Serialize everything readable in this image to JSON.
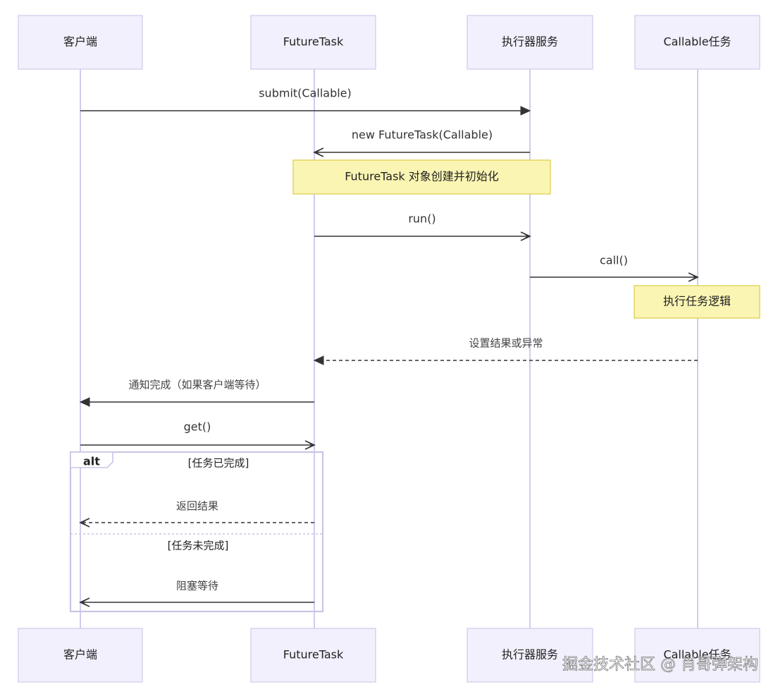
{
  "participants": [
    {
      "id": "client",
      "label": "客户端"
    },
    {
      "id": "future",
      "label": "FutureTask"
    },
    {
      "id": "executor",
      "label": "执行器服务"
    },
    {
      "id": "callable",
      "label": "Callable任务"
    }
  ],
  "messages": [
    {
      "from": "client",
      "to": "executor",
      "label": "submit(Callable)",
      "style": "solid",
      "head": "filled"
    },
    {
      "from": "executor",
      "to": "future",
      "label": "new FutureTask(Callable)",
      "style": "solid",
      "head": "open"
    },
    {
      "note": true,
      "over": [
        "future",
        "executor"
      ],
      "label": "FutureTask 对象创建并初始化"
    },
    {
      "from": "future",
      "to": "executor",
      "label": "run()",
      "style": "solid",
      "head": "open"
    },
    {
      "from": "executor",
      "to": "callable",
      "label": "call()",
      "style": "solid",
      "head": "open"
    },
    {
      "note": true,
      "over": [
        "callable"
      ],
      "label": "执行任务逻辑"
    },
    {
      "from": "callable",
      "to": "future",
      "label": "设置结果或异常",
      "style": "dashed",
      "head": "filled"
    },
    {
      "from": "future",
      "to": "client",
      "label": "通知完成（如果客户端等待）",
      "style": "solid",
      "head": "filled"
    },
    {
      "from": "client",
      "to": "future",
      "label": "get()",
      "style": "solid",
      "head": "open"
    }
  ],
  "alt": {
    "keyword": "alt",
    "sections": [
      {
        "guard": "[任务已完成]",
        "messages": [
          {
            "from": "future",
            "to": "client",
            "label": "返回结果",
            "style": "dashed",
            "head": "open"
          }
        ]
      },
      {
        "guard": "[任务未完成]",
        "messages": [
          {
            "from": "future",
            "to": "client",
            "label": "阻塞等待",
            "style": "solid",
            "head": "open"
          }
        ]
      }
    ]
  },
  "watermark": "掘金技术社区 @ 肖哥弹架构"
}
